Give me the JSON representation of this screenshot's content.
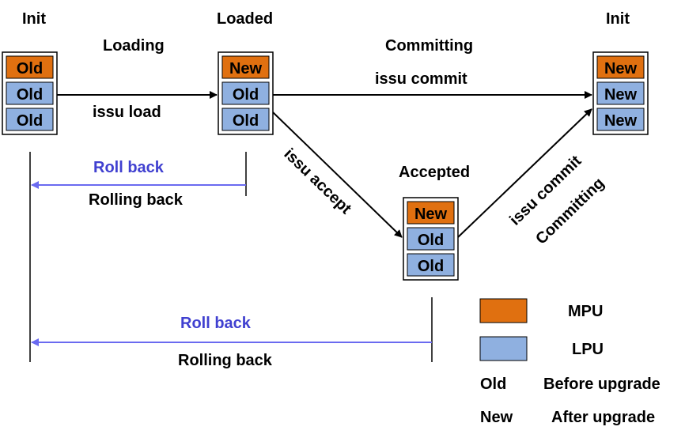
{
  "states": {
    "init_left": "Init",
    "loaded": "Loaded",
    "init_right": "Init",
    "accepted": "Accepted"
  },
  "phases": {
    "loading": "Loading",
    "committing_top": "Committing",
    "committing_diag": "Committing"
  },
  "commands": {
    "issu_load": "issu load",
    "issu_commit_top": "issu commit",
    "issu_accept": "issu accept",
    "issu_commit_diag": "issu commit"
  },
  "rollback": {
    "roll_back_1": "Roll back",
    "rolling_back_1": "Rolling back",
    "roll_back_2": "Roll back",
    "rolling_back_2": "Rolling back"
  },
  "stacks": {
    "init_left": [
      "Old",
      "Old",
      "Old"
    ],
    "loaded": [
      "New",
      "Old",
      "Old"
    ],
    "init_right": [
      "New",
      "New",
      "New"
    ],
    "accepted": [
      "New",
      "Old",
      "Old"
    ]
  },
  "legend": {
    "mpu": "MPU",
    "lpu": "LPU",
    "old_key": "Old",
    "old_desc": "Before upgrade",
    "new_key": "New",
    "new_desc": "After upgrade"
  },
  "colors": {
    "mpu": "#e07010",
    "lpu": "#8fb0e0",
    "rollback_arrow": "#6a6af0",
    "rollback_text": "#4040d0"
  }
}
